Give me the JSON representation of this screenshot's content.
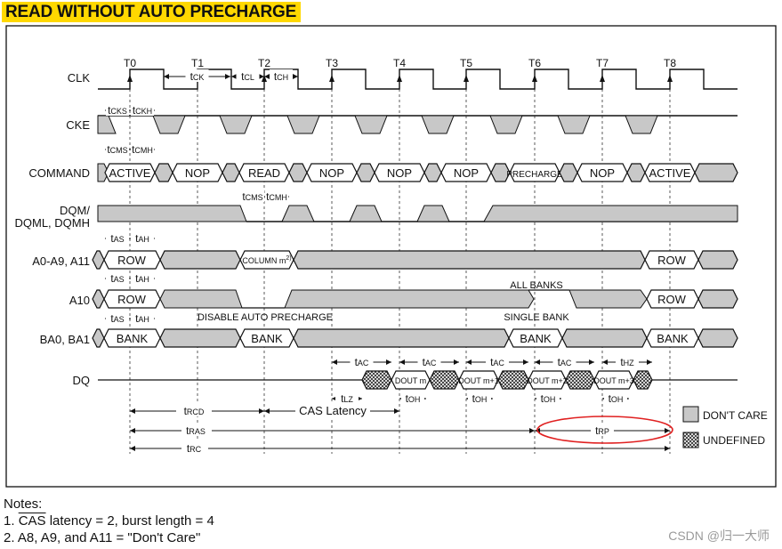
{
  "title": "READ WITHOUT AUTO PRECHARGE",
  "clock_ticks": [
    "T0",
    "T1",
    "T2",
    "T3",
    "T4",
    "T5",
    "T6",
    "T7",
    "T8"
  ],
  "signals": {
    "clk": "CLK",
    "cke": "CKE",
    "command": "COMMAND",
    "dqm_line1": "DQM/",
    "dqm_line2": "DQML, DQMH",
    "addr": "A0-A9, A11",
    "a10": "A10",
    "ba": "BA0, BA1",
    "dq": "DQ"
  },
  "commands": [
    "ACTIVE",
    "NOP",
    "READ",
    "NOP",
    "NOP",
    "NOP",
    "PRECHARGE",
    "NOP",
    "ACTIVE"
  ],
  "addr_values": {
    "row_start": "ROW",
    "column": "COLUMN m",
    "column_note": "2)",
    "row_end": "ROW"
  },
  "a10_values": {
    "row_start": "ROW",
    "row_end": "ROW",
    "all_banks": "ALL BANKS",
    "disable_ap": "DISABLE AUTO PRECHARGE",
    "single_bank": "SINGLE BANK"
  },
  "ba_values": {
    "bank0": "BANK",
    "bank1": "BANK",
    "bank2": "BANK",
    "bank3": "BANK"
  },
  "dq_values": [
    "DOUT m",
    "DOUT m+1",
    "DOUT m+2",
    "DOUT m+3"
  ],
  "timing": {
    "tck": "tCK",
    "tcl": "tCL",
    "tch": "tCH",
    "tcks": "tCKS",
    "tckh": "tCKH",
    "tcms": "tCMS",
    "tcmh": "tCMH",
    "tcms2": "tCMS",
    "tcmh2": "tCMH",
    "tas": "tAS",
    "tah": "tAH",
    "tac": "tAC",
    "toh": "tOH",
    "tlz": "tLZ",
    "thz": "tHZ",
    "trcd": "tRCD",
    "cas_latency": "CAS Latency",
    "tras": "tRAS",
    "trp": "tRP",
    "trc": "tRC"
  },
  "legend": {
    "dont_care": "DON'T CARE",
    "undefined": "UNDEFINED"
  },
  "notes": {
    "heading": "Notes:",
    "n1_prefix": "1. ",
    "n1_cas": "CAS",
    "n1_rest": "  latency = 2, burst length = 4",
    "n2": "2. A8, A9, and A11 = \"Don't Care\""
  },
  "watermark": "CSDN @归一大师",
  "colors": {
    "title_bg": "#ffd800",
    "dont_care_fill": "#c8c8c8",
    "highlight_ellipse": "#e02020"
  }
}
